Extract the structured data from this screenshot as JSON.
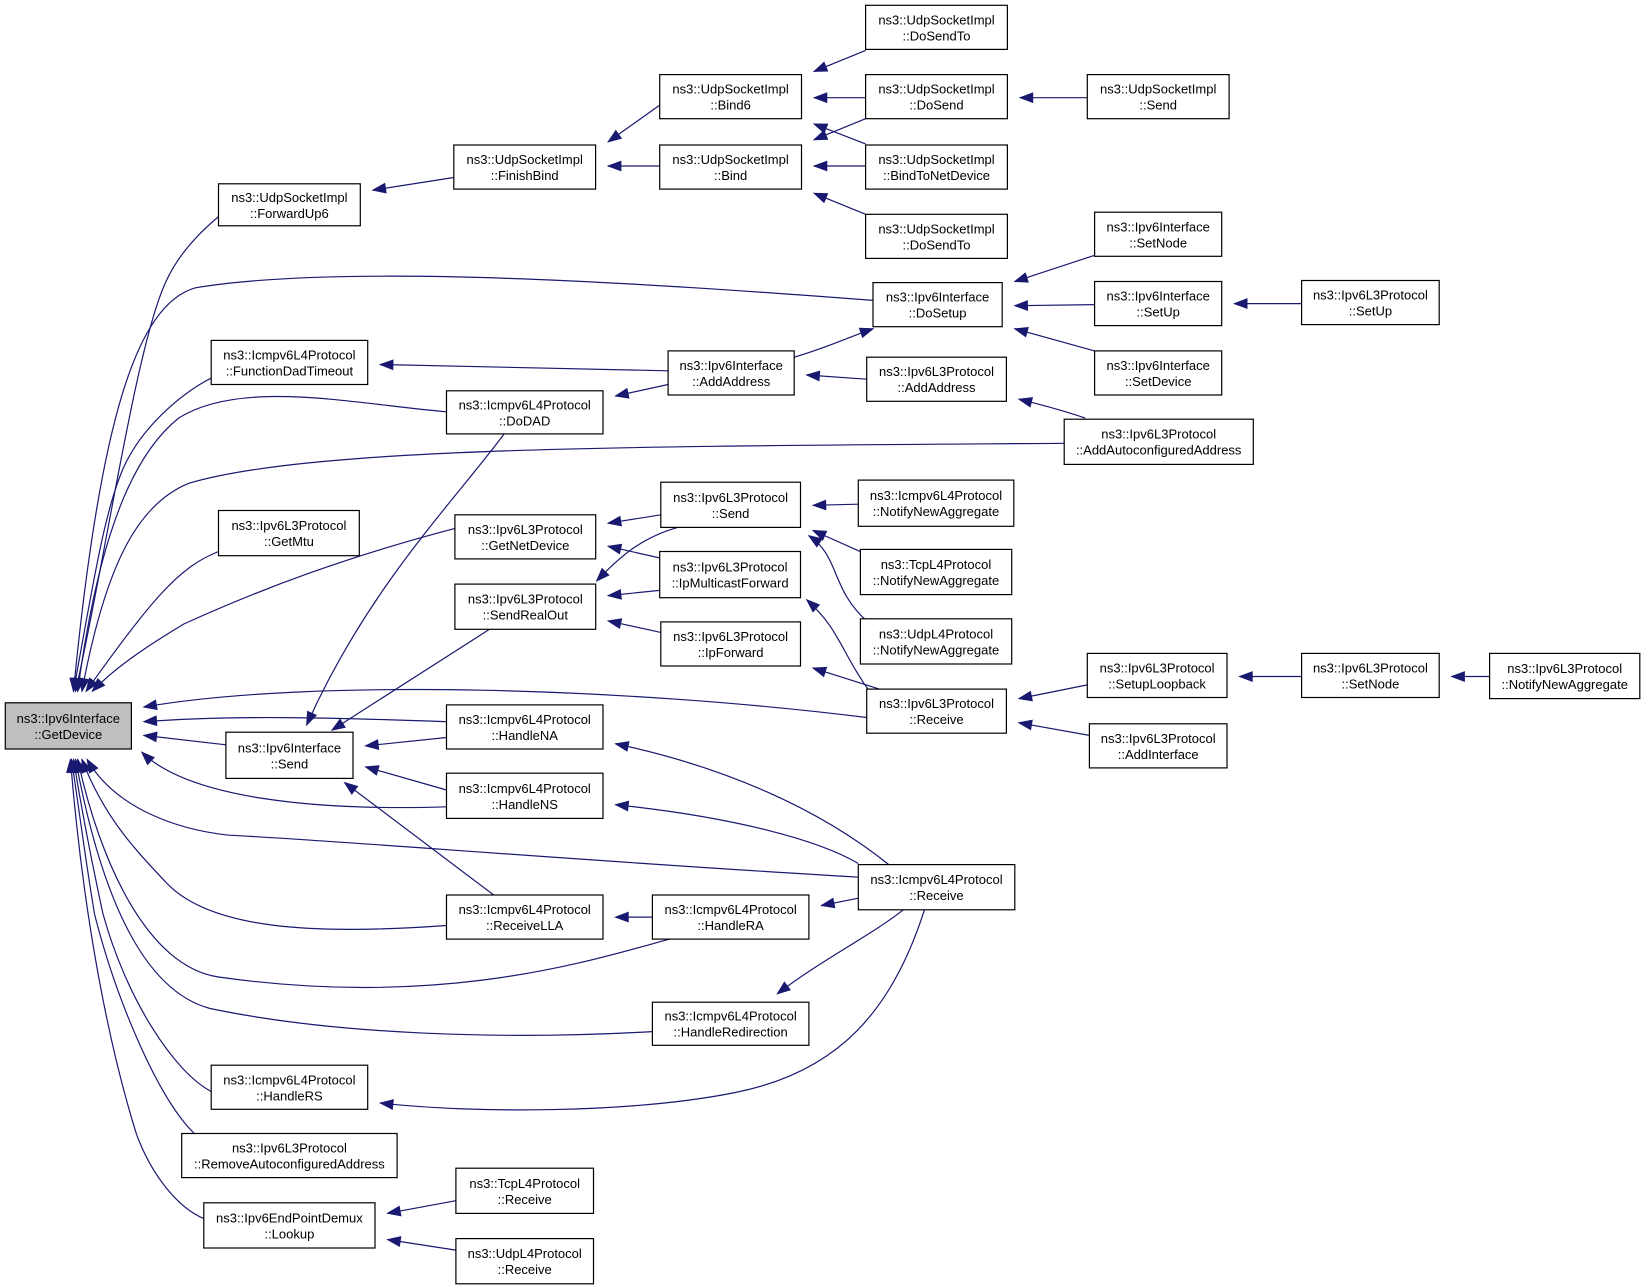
{
  "graph": {
    "colors": {
      "edge": "#191970",
      "root_fill": "#bfbfbf",
      "node_fill": "#ffffff",
      "node_border": "#000000"
    },
    "nodes": [
      {
        "id": "root",
        "line1": "ns3::Ipv6Interface",
        "line2": "::GetDevice",
        "root": true
      },
      {
        "id": "fwd6",
        "line1": "ns3::UdpSocketImpl",
        "line2": "::ForwardUp6"
      },
      {
        "id": "finish",
        "line1": "ns3::UdpSocketImpl",
        "line2": "::FinishBind"
      },
      {
        "id": "bind6",
        "line1": "ns3::UdpSocketImpl",
        "line2": "::Bind6"
      },
      {
        "id": "bind",
        "line1": "ns3::UdpSocketImpl",
        "line2": "::Bind"
      },
      {
        "id": "sendto1",
        "line1": "ns3::UdpSocketImpl",
        "line2": "::DoSendTo"
      },
      {
        "id": "dosend",
        "line1": "ns3::UdpSocketImpl",
        "line2": "::DoSend"
      },
      {
        "id": "bindnet",
        "line1": "ns3::UdpSocketImpl",
        "line2": "::BindToNetDevice"
      },
      {
        "id": "sendto2",
        "line1": "ns3::UdpSocketImpl",
        "line2": "::DoSendTo"
      },
      {
        "id": "udpsend",
        "line1": "ns3::UdpSocketImpl",
        "line2": "::Send"
      },
      {
        "id": "setnode1",
        "line1": "ns3::Ipv6Interface",
        "line2": "::SetNode"
      },
      {
        "id": "dosetup",
        "line1": "ns3::Ipv6Interface",
        "line2": "::DoSetup"
      },
      {
        "id": "ifsetup",
        "line1": "ns3::Ipv6Interface",
        "line2": "::SetUp"
      },
      {
        "id": "l3setup",
        "line1": "ns3::Ipv6L3Protocol",
        "line2": "::SetUp"
      },
      {
        "id": "setdevice",
        "line1": "ns3::Ipv6Interface",
        "line2": "::SetDevice"
      },
      {
        "id": "dadtimeout",
        "line1": "ns3::Icmpv6L4Protocol",
        "line2": "::FunctionDadTimeout"
      },
      {
        "id": "ifaddaddr",
        "line1": "ns3::Ipv6Interface",
        "line2": "::AddAddress"
      },
      {
        "id": "l3addaddr",
        "line1": "ns3::Ipv6L3Protocol",
        "line2": "::AddAddress"
      },
      {
        "id": "dodad",
        "line1": "ns3::Icmpv6L4Protocol",
        "line2": "::DoDAD"
      },
      {
        "id": "autoaddr",
        "line1": "ns3::Ipv6L3Protocol",
        "line2": "::AddAutoconfiguredAddress"
      },
      {
        "id": "getmtu",
        "line1": "ns3::Ipv6L3Protocol",
        "line2": "::GetMtu"
      },
      {
        "id": "getnetdev",
        "line1": "ns3::Ipv6L3Protocol",
        "line2": "::GetNetDevice"
      },
      {
        "id": "l3send",
        "line1": "ns3::Ipv6L3Protocol",
        "line2": "::Send"
      },
      {
        "id": "icmpagg",
        "line1": "ns3::Icmpv6L4Protocol",
        "line2": "::NotifyNewAggregate"
      },
      {
        "id": "ipmcast",
        "line1": "ns3::Ipv6L3Protocol",
        "line2": "::IpMulticastForward"
      },
      {
        "id": "tcpagg",
        "line1": "ns3::TcpL4Protocol",
        "line2": "::NotifyNewAggregate"
      },
      {
        "id": "sendrealout",
        "line1": "ns3::Ipv6L3Protocol",
        "line2": "::SendRealOut"
      },
      {
        "id": "udpagg",
        "line1": "ns3::UdpL4Protocol",
        "line2": "::NotifyNewAggregate"
      },
      {
        "id": "ipforward",
        "line1": "ns3::Ipv6L3Protocol",
        "line2": "::IpForward"
      },
      {
        "id": "loopback",
        "line1": "ns3::Ipv6L3Protocol",
        "line2": "::SetupLoopback"
      },
      {
        "id": "l3setnode",
        "line1": "ns3::Ipv6L3Protocol",
        "line2": "::SetNode"
      },
      {
        "id": "l3agg",
        "line1": "ns3::Ipv6L3Protocol",
        "line2": "::NotifyNewAggregate"
      },
      {
        "id": "l3receive",
        "line1": "ns3::Ipv6L3Protocol",
        "line2": "::Receive"
      },
      {
        "id": "addiface",
        "line1": "ns3::Ipv6L3Protocol",
        "line2": "::AddInterface"
      },
      {
        "id": "ifsend",
        "line1": "ns3::Ipv6Interface",
        "line2": "::Send"
      },
      {
        "id": "handlena",
        "line1": "ns3::Icmpv6L4Protocol",
        "line2": "::HandleNA"
      },
      {
        "id": "handlens",
        "line1": "ns3::Icmpv6L4Protocol",
        "line2": "::HandleNS"
      },
      {
        "id": "icmprecv",
        "line1": "ns3::Icmpv6L4Protocol",
        "line2": "::Receive"
      },
      {
        "id": "recvlla",
        "line1": "ns3::Icmpv6L4Protocol",
        "line2": "::ReceiveLLA"
      },
      {
        "id": "handlera",
        "line1": "ns3::Icmpv6L4Protocol",
        "line2": "::HandleRA"
      },
      {
        "id": "redirect",
        "line1": "ns3::Icmpv6L4Protocol",
        "line2": "::HandleRedirection"
      },
      {
        "id": "handlers",
        "line1": "ns3::Icmpv6L4Protocol",
        "line2": "::HandleRS"
      },
      {
        "id": "rmauto",
        "line1": "ns3::Ipv6L3Protocol",
        "line2": "::RemoveAutoconfiguredAddress"
      },
      {
        "id": "lookup",
        "line1": "ns3::Ipv6EndPointDemux",
        "line2": "::Lookup"
      },
      {
        "id": "tcprecv",
        "line1": "ns3::TcpL4Protocol",
        "line2": "::Receive"
      },
      {
        "id": "udprecv",
        "line1": "ns3::UdpL4Protocol",
        "line2": "::Receive"
      }
    ],
    "edges": [
      [
        "fwd6",
        "root"
      ],
      [
        "finish",
        "fwd6"
      ],
      [
        "bind6",
        "finish"
      ],
      [
        "bind",
        "finish"
      ],
      [
        "sendto1",
        "bind6"
      ],
      [
        "dosend",
        "bind6"
      ],
      [
        "bindnet",
        "bind6"
      ],
      [
        "dosend",
        "bind"
      ],
      [
        "bindnet",
        "bind"
      ],
      [
        "sendto2",
        "bind"
      ],
      [
        "udpsend",
        "dosend"
      ],
      [
        "dosetup",
        "root"
      ],
      [
        "setnode1",
        "dosetup"
      ],
      [
        "ifsetup",
        "dosetup"
      ],
      [
        "setdevice",
        "dosetup"
      ],
      [
        "l3setup",
        "ifsetup"
      ],
      [
        "dadtimeout",
        "root"
      ],
      [
        "ifaddaddr",
        "dadtimeout"
      ],
      [
        "ifaddaddr",
        "dosetup"
      ],
      [
        "ifaddaddr",
        "dodad"
      ],
      [
        "l3addaddr",
        "ifaddaddr"
      ],
      [
        "autoaddr",
        "l3addaddr"
      ],
      [
        "dodad",
        "root"
      ],
      [
        "dodad",
        "ifsend"
      ],
      [
        "autoaddr",
        "root"
      ],
      [
        "getmtu",
        "root"
      ],
      [
        "getnetdev",
        "root"
      ],
      [
        "l3send",
        "getnetdev"
      ],
      [
        "ipmcast",
        "getnetdev"
      ],
      [
        "l3send",
        "sendrealout"
      ],
      [
        "icmpagg",
        "l3send"
      ],
      [
        "tcpagg",
        "l3send"
      ],
      [
        "udpagg",
        "l3send"
      ],
      [
        "ipmcast",
        "sendrealout"
      ],
      [
        "ipforward",
        "sendrealout"
      ],
      [
        "sendrealout",
        "ifsend"
      ],
      [
        "l3receive",
        "ipmcast"
      ],
      [
        "l3receive",
        "ipforward"
      ],
      [
        "l3receive",
        "root"
      ],
      [
        "loopback",
        "l3receive"
      ],
      [
        "addiface",
        "l3receive"
      ],
      [
        "l3setnode",
        "loopback"
      ],
      [
        "l3agg",
        "l3setnode"
      ],
      [
        "ifsend",
        "root"
      ],
      [
        "handlena",
        "root"
      ],
      [
        "handlena",
        "ifsend"
      ],
      [
        "handlens",
        "root"
      ],
      [
        "handlens",
        "ifsend"
      ],
      [
        "recvlla",
        "ifsend"
      ],
      [
        "icmprecv",
        "handlena"
      ],
      [
        "icmprecv",
        "handlens"
      ],
      [
        "icmprecv",
        "root"
      ],
      [
        "recvlla",
        "root"
      ],
      [
        "handlera",
        "recvlla"
      ],
      [
        "icmprecv",
        "handlera"
      ],
      [
        "handlera",
        "root"
      ],
      [
        "icmprecv",
        "redirect"
      ],
      [
        "redirect",
        "root"
      ],
      [
        "icmprecv",
        "handlers"
      ],
      [
        "handlers",
        "root"
      ],
      [
        "rmauto",
        "root"
      ],
      [
        "lookup",
        "root"
      ],
      [
        "tcprecv",
        "lookup"
      ],
      [
        "udprecv",
        "lookup"
      ]
    ]
  }
}
